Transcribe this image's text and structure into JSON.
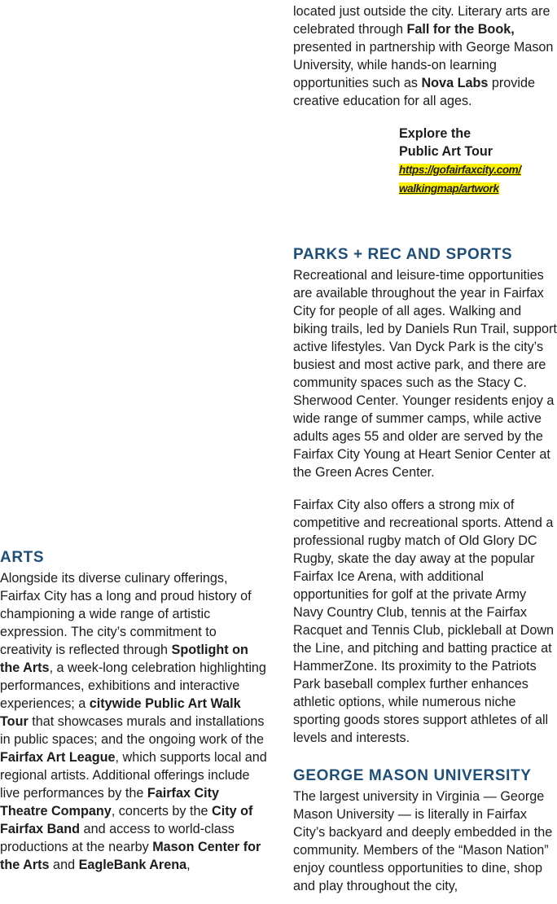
{
  "arts": {
    "heading": "ARTS",
    "p1": "Alongside its diverse culinary offerings, Fairfax City has a long and proud history of championing a wide range of artistic expression. The city’s commitment to creativity is reflected through ",
    "spotlight": "Spotlight on the Arts",
    "p2": ", a week-long celebration highlighting performances, exhibitions and interactive experiences; a ",
    "walk_tour": "citywide Public Art Walk Tour",
    "p3": " that showcases murals and installations in public spaces; and the ongoing work of the ",
    "art_league": "Fairfax Art League",
    "p4": ", which supports local and regional artists. Additional offerings include live performances by the ",
    "theatre": "Fairfax City Theatre Company",
    "p5": ", concerts by the ",
    "band": "City of Fairfax Band",
    "p6": " and access to world-class productions at the nearby ",
    "mason_center": "Mason Center for the Arts",
    "p7": " and ",
    "eaglebank": "EagleBank Arena",
    "p8": ",",
    "cont1": "located just outside the city. Literary arts are celebrated through ",
    "fall_book": "Fall for the Book,",
    "cont2": " presented in partnership with George Mason University, while hands-on learning opportunities such as ",
    "nova": "Nova Labs",
    "cont3": " provide creative education for all ages."
  },
  "callout": {
    "line1": "Explore the",
    "line2": "Public Art Tour",
    "link1": "https://gofairfaxcity.com/",
    "link2": "walkingmap/artwork"
  },
  "parks": {
    "heading": "PARKS + REC AND SPORTS",
    "p1": "Recreational and leisure-time opportunities are available throughout the year in Fairfax City for people of all ages. Walking and biking trails, led by Daniels Run Trail, support active lifestyles. Van Dyck Park is the city’s busiest and most active park, and there are community spaces such as the Stacy C. Sherwood Center. Younger residents enjoy a wide range of summer camps, while active adults ages 55 and older are served by the Fairfax City Young at Heart Senior Center at the Green Acres Center.",
    "p2": "Fairfax City also offers a strong mix of competitive and recreational sports. Attend a professional rugby match of Old Glory DC Rugby, skate the day away at the popular Fairfax Ice Arena, with additional opportunities for golf at the private Army Navy Country Club, tennis at the Fairfax Racquet and Tennis Club, pickleball at Down the Line, and pitching and batting practice at HammerZone. Its proximity to the Patriots Park baseball complex further enhances athletic options, while numerous niche sporting goods stores support athletes of all levels and interests."
  },
  "gmu": {
    "heading": "GEORGE MASON UNIVERSITY",
    "p1": "The largest university in Virginia — George Mason University — is literally in Fairfax City’s backyard and deeply embedded in the community. Members of the “Mason Nation” enjoy countless opportunities to dine, shop and play throughout the city,"
  },
  "colors": {
    "heading": "#1f4e79",
    "highlight": "#fff200",
    "text": "#1c1c1c"
  }
}
